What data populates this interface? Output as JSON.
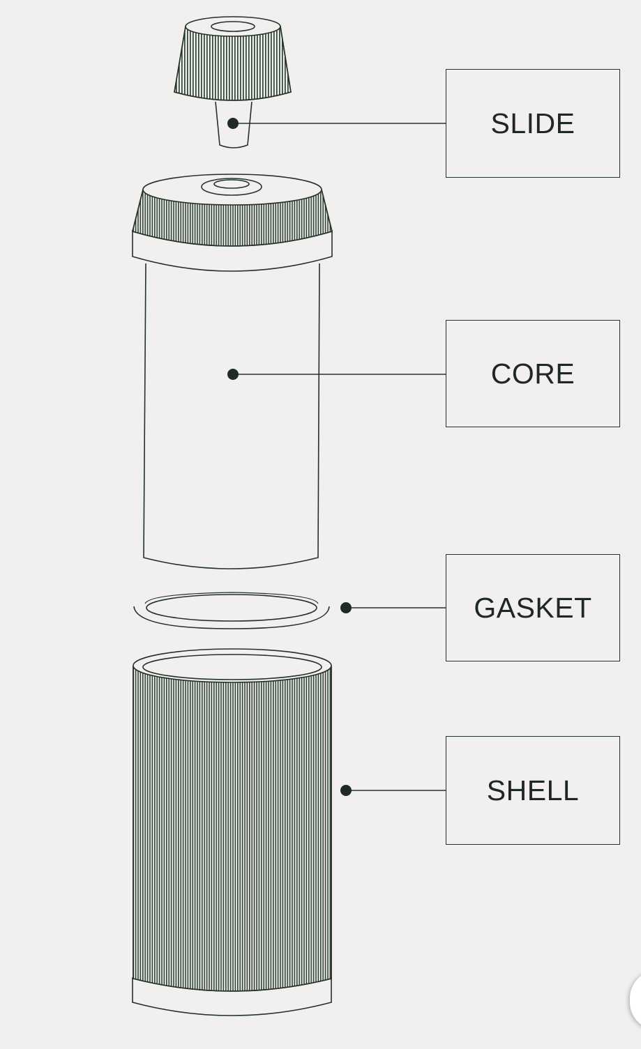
{
  "labels": {
    "slide": "SLIDE",
    "core": "CORE",
    "gasket": "GASKET",
    "shell": "SHELL"
  },
  "colors": {
    "background": "#f1f0ee",
    "line": "#24302a",
    "text": "#1f2722",
    "ribbing": "#2f4236"
  }
}
